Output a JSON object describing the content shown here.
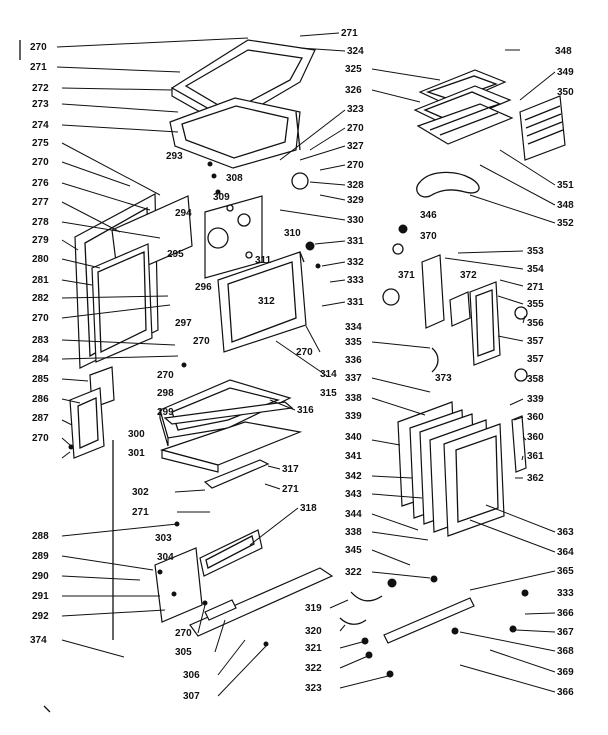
{
  "diagram": {
    "labels": [
      "270",
      "271",
      "324",
      "271",
      "325",
      "348",
      "349",
      "272",
      "326",
      "350",
      "273",
      "323",
      "274",
      "270",
      "327",
      "275",
      "293",
      "270",
      "270",
      "308",
      "328",
      "276",
      "309",
      "329",
      "351",
      "277",
      "294",
      "348",
      "330",
      "352",
      "278",
      "310",
      "346",
      "279",
      "370",
      "280",
      "295",
      "311",
      "331",
      "353",
      "281",
      "332",
      "354",
      "371",
      "372",
      "271",
      "282",
      "296",
      "333",
      "355",
      "270",
      "312",
      "331",
      "334",
      "356",
      "297",
      "283",
      "270",
      "335",
      "357",
      "284",
      "270",
      "314",
      "270",
      "336",
      "373",
      "357",
      "285",
      "315",
      "358",
      "337",
      "286",
      "298",
      "299",
      "338",
      "339",
      "316",
      "287",
      "339",
      "360",
      "300",
      "340",
      "360",
      "270",
      "301",
      "341",
      "361",
      "317",
      "342",
      "362",
      "271",
      "302",
      "343",
      "271",
      "344",
      "363",
      "318",
      "288",
      "338",
      "364",
      "303",
      "289",
      "304",
      "345",
      "290",
      "322",
      "365",
      "291",
      "319",
      "333",
      "292",
      "366",
      "270",
      "320",
      "367",
      "305",
      "374",
      "321",
      "368",
      "306",
      "322",
      "369",
      "307",
      "323",
      "366"
    ],
    "icons": [
      "oven-cabinet-exploded-view",
      "door-assembly-exploded-view",
      "broiler-pan-exploded-view",
      "drawer-exploded-view"
    ]
  }
}
